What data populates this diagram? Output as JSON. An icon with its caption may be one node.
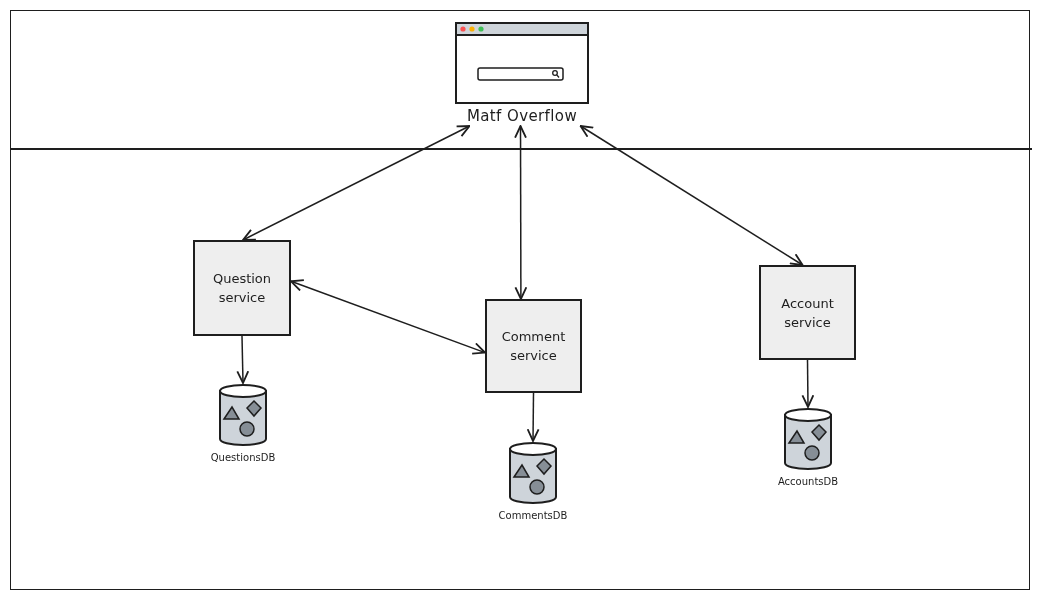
{
  "diagram": {
    "nodes": [
      {
        "text": [
          "Matf Overflow"
        ]
      },
      {
        "text": [
          "Question service"
        ]
      },
      {
        "text": [
          "Comment service"
        ]
      },
      {
        "text": [
          "Account service"
        ]
      },
      {
        "text": [
          "QuestionsDB"
        ]
      },
      {
        "text": [
          "CommentsDB"
        ]
      },
      {
        "text": [
          "AccountsDB"
        ]
      }
    ],
    "edges": [
      {
        "from": 0,
        "to": 1,
        "arrow": "both"
      },
      {
        "from": 0,
        "to": 2,
        "arrow": "both"
      },
      {
        "from": 0,
        "to": 3,
        "arrow": "both"
      },
      {
        "from": 1,
        "to": 2,
        "arrow": "both"
      },
      {
        "from": 1,
        "to": 4,
        "arrow": "to"
      },
      {
        "from": 2,
        "to": 5,
        "arrow": "to"
      },
      {
        "from": 3,
        "to": 6,
        "arrow": "to"
      }
    ]
  }
}
